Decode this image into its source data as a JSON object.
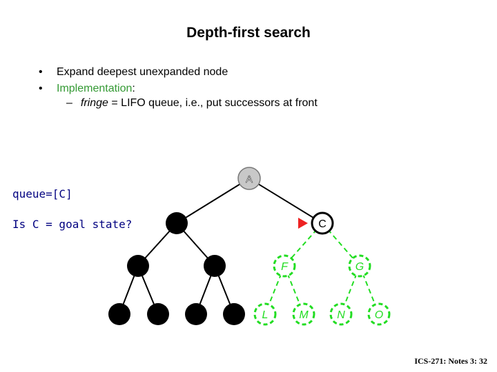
{
  "slide": {
    "title": "Depth-first search",
    "bullets": [
      {
        "text": "Expand deepest unexpanded node"
      },
      {
        "text_colored": "Implementation",
        "text_rest": ":"
      }
    ],
    "sub_bullet": {
      "dash": "–",
      "italic": "fringe",
      "rest": " = LIFO queue, i.e., put successors at front"
    },
    "queue_text": "queue=[C]",
    "goal_text": "Is C = goal state?",
    "footer": "ICS-271: Notes 3: 32"
  },
  "tree": {
    "colors": {
      "expanded": "#000000",
      "root_fill": "#c8c8c8",
      "fringe": "#22dd22",
      "current_marker": "#ee2222"
    },
    "node_labels": {
      "A": "A",
      "C": "C",
      "F": "F",
      "G": "G",
      "L": "L",
      "M": "M",
      "N": "N",
      "O": "O"
    }
  }
}
